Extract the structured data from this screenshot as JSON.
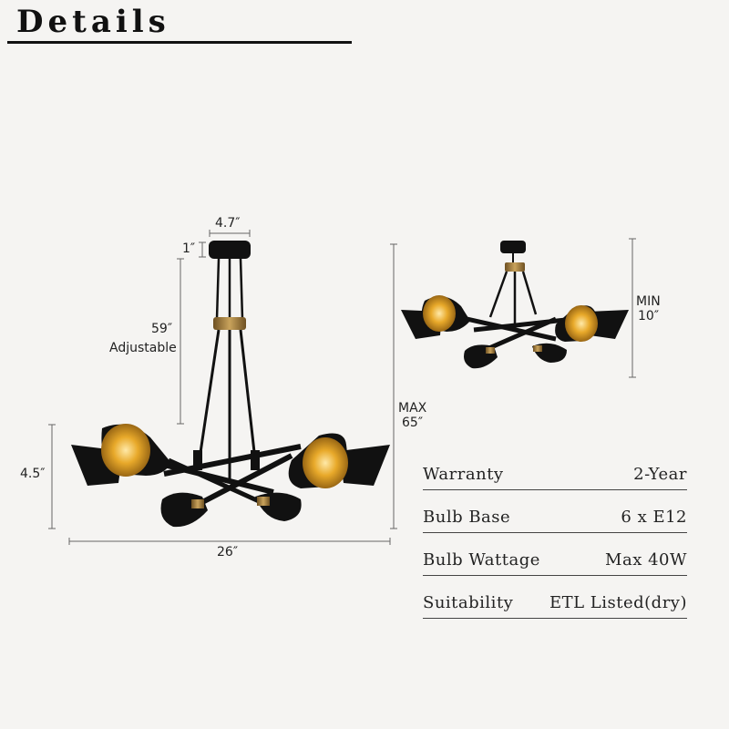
{
  "header": {
    "title": "Details"
  },
  "dimensions": {
    "canopy_width": "4.7″",
    "canopy_height": "1″",
    "rod_length": "59″",
    "rod_note": "Adjustable",
    "shade_height": "4.5″",
    "fixture_width": "26″",
    "max_label": "MAX",
    "max_value": "65″",
    "min_label": "MIN",
    "min_value": "10″"
  },
  "specs": [
    {
      "label": "Warranty",
      "value": "2-Year"
    },
    {
      "label": "Bulb Base",
      "value": "6 x E12"
    },
    {
      "label": "Bulb Wattage",
      "value": "Max 40W"
    },
    {
      "label": "Suitability",
      "value": "ETL Listed(dry)"
    }
  ],
  "colors": {
    "fixture": "#111111",
    "shade_inner": "#d99a1c",
    "brass": "#9c7a3c",
    "background": "#f5f4f2"
  }
}
